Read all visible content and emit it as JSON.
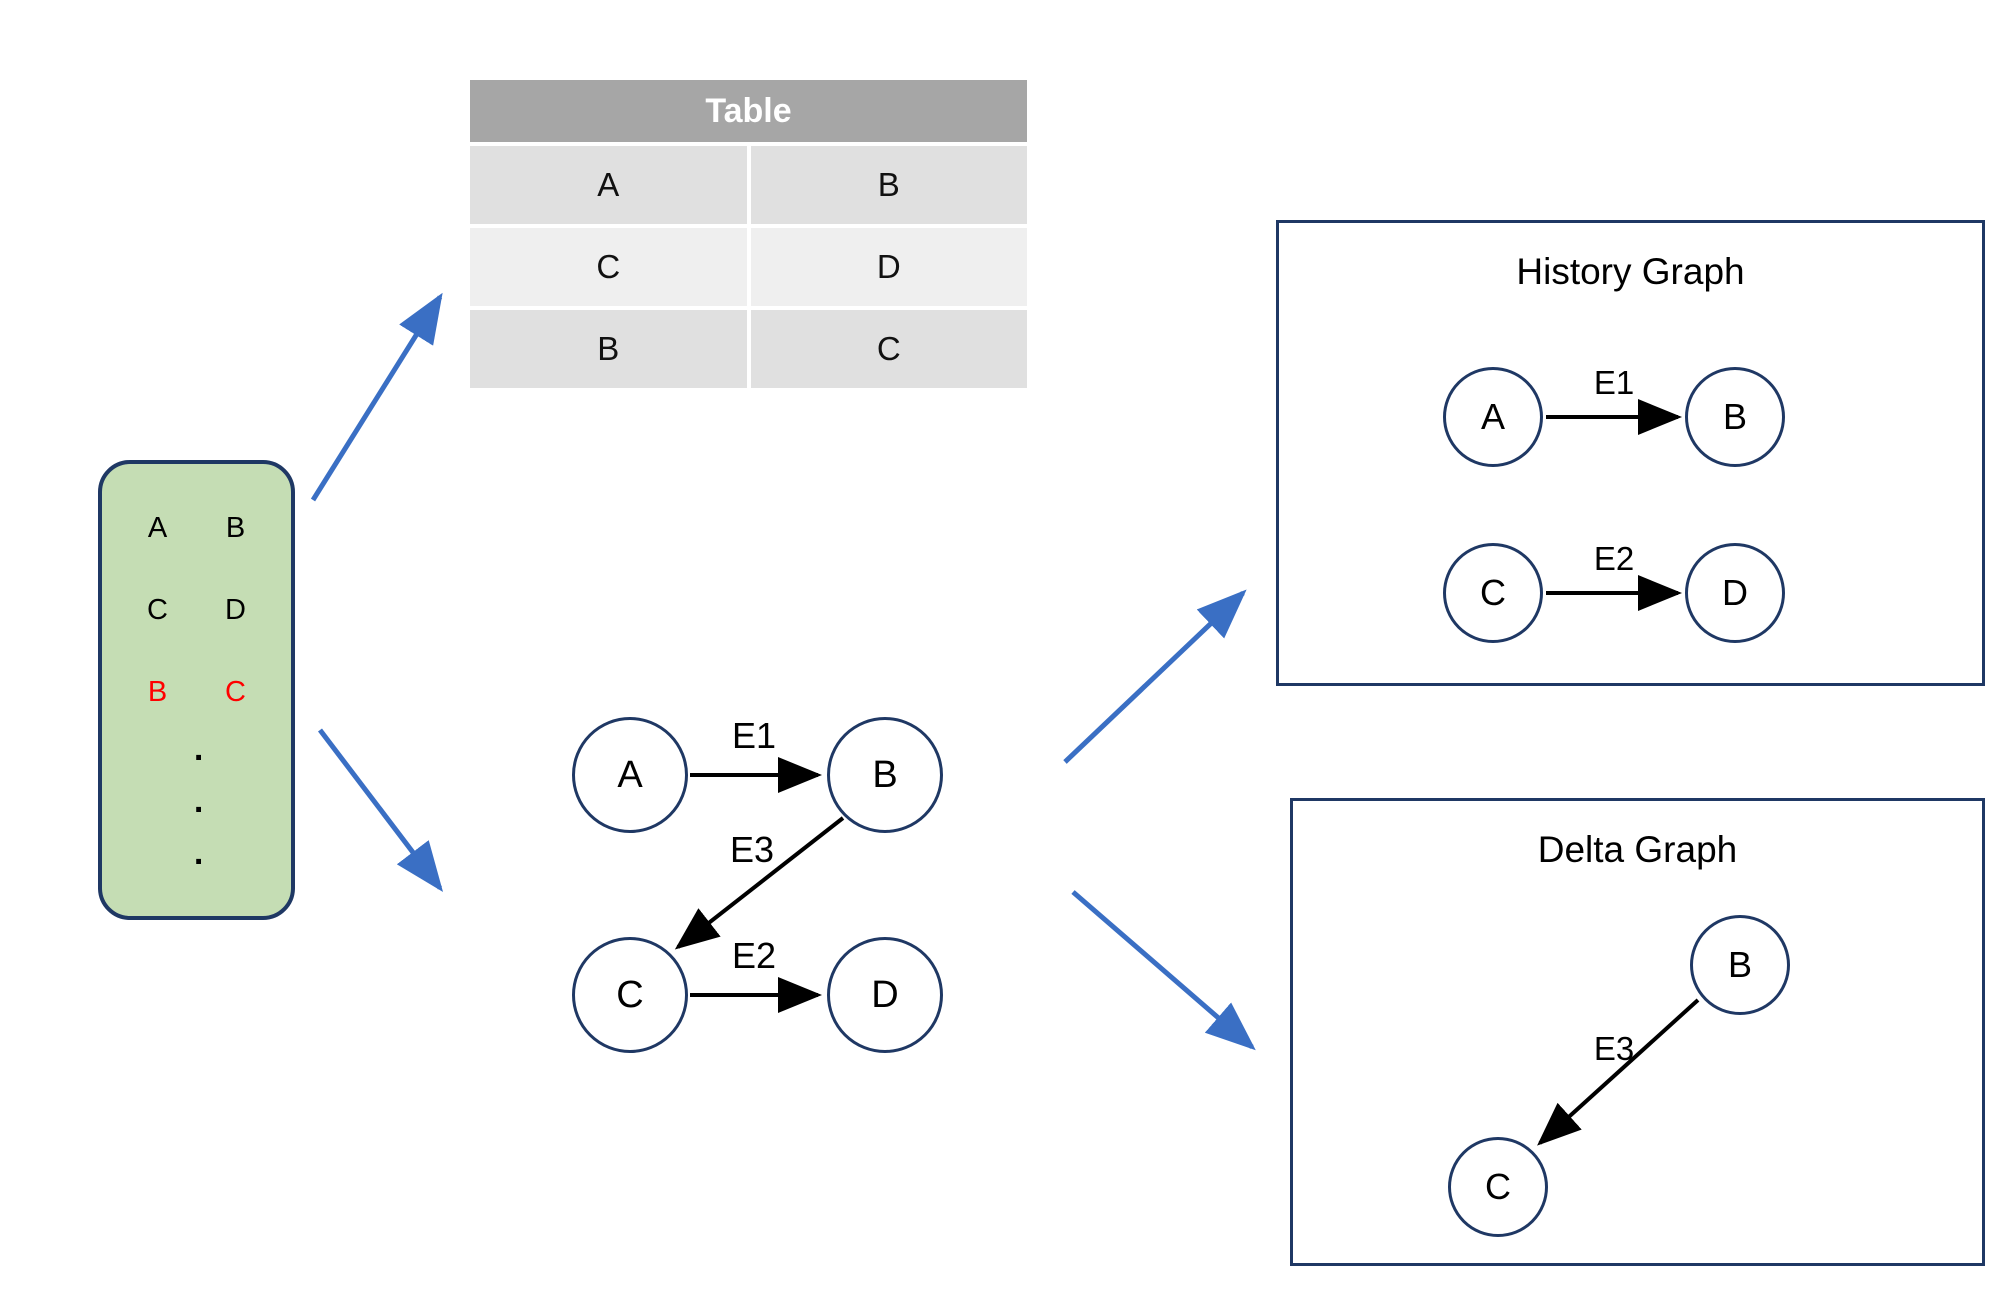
{
  "stream": {
    "name": "event-stream",
    "fill_color": "#C5DDB4",
    "border_color": "#1F3864",
    "highlight_color": "#FF0000",
    "rows": [
      {
        "left": "A",
        "right": "B",
        "highlight": false
      },
      {
        "left": "C",
        "right": "D",
        "highlight": false
      },
      {
        "left": "B",
        "right": "C",
        "highlight": true
      }
    ],
    "ellipsis": [
      "·",
      "·",
      "·"
    ]
  },
  "table": {
    "title": "Table",
    "header_bg": "#A6A6A6",
    "rows": [
      [
        "A",
        "B"
      ],
      [
        "C",
        "D"
      ],
      [
        "B",
        "C"
      ]
    ]
  },
  "main_graph": {
    "name": "combined-graph",
    "nodes": [
      {
        "id": "A",
        "label": "A"
      },
      {
        "id": "B",
        "label": "B"
      },
      {
        "id": "C",
        "label": "C"
      },
      {
        "id": "D",
        "label": "D"
      }
    ],
    "edges": [
      {
        "label": "E1",
        "from": "A",
        "to": "B"
      },
      {
        "label": "E3",
        "from": "B",
        "to": "C"
      },
      {
        "label": "E2",
        "from": "C",
        "to": "D"
      }
    ]
  },
  "history_graph": {
    "title": "History Graph",
    "nodes": [
      {
        "id": "A",
        "label": "A"
      },
      {
        "id": "B",
        "label": "B"
      },
      {
        "id": "C",
        "label": "C"
      },
      {
        "id": "D",
        "label": "D"
      }
    ],
    "edges": [
      {
        "label": "E1",
        "from": "A",
        "to": "B"
      },
      {
        "label": "E2",
        "from": "C",
        "to": "D"
      }
    ]
  },
  "delta_graph": {
    "title": "Delta Graph",
    "nodes": [
      {
        "id": "B",
        "label": "B"
      },
      {
        "id": "C",
        "label": "C"
      }
    ],
    "edges": [
      {
        "label": "E3",
        "from": "B",
        "to": "C"
      }
    ]
  },
  "flow_arrows": {
    "color": "#3A6FC4",
    "items": [
      {
        "name": "stream-to-table"
      },
      {
        "name": "stream-to-graph"
      },
      {
        "name": "graph-to-history"
      },
      {
        "name": "graph-to-delta"
      }
    ]
  }
}
